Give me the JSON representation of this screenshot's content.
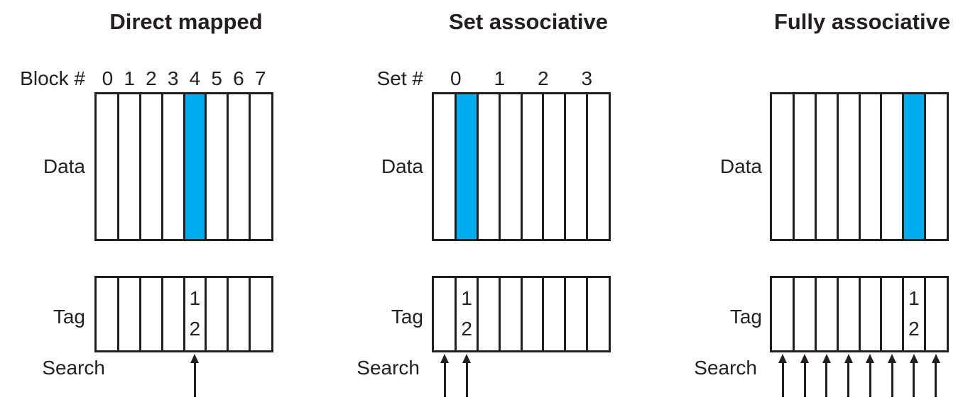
{
  "diagram": {
    "background_color": "#ffffff",
    "line_color": "#231f20",
    "text_color": "#231f20",
    "highlight_color": "#00aeef",
    "row_labels": {
      "data": "Data",
      "tag": "Tag",
      "search": "Search"
    },
    "panels": [
      {
        "id": "direct-mapped",
        "title": "Direct mapped",
        "index_label": "Block #",
        "index_numbers": [
          "0",
          "1",
          "2",
          "3",
          "4",
          "5",
          "6",
          "7"
        ],
        "index_group_size": 1,
        "num_columns": 8,
        "highlighted_data_column": 4,
        "tag_column": 4,
        "tag_digits": [
          "1",
          "2"
        ],
        "search_arrow_columns": [
          4
        ]
      },
      {
        "id": "set-associative",
        "title": "Set associative",
        "index_label": "Set #",
        "index_numbers": [
          "0",
          "1",
          "2",
          "3"
        ],
        "index_group_size": 2,
        "num_columns": 8,
        "highlighted_data_column": 1,
        "tag_column": 1,
        "tag_digits": [
          "1",
          "2"
        ],
        "search_arrow_columns": [
          0,
          1
        ]
      },
      {
        "id": "fully-associative",
        "title": "Fully associative",
        "index_label": "",
        "index_numbers": [],
        "index_group_size": 1,
        "num_columns": 8,
        "highlighted_data_column": 6,
        "tag_column": 6,
        "tag_digits": [
          "1",
          "2"
        ],
        "search_arrow_columns": [
          0,
          1,
          2,
          3,
          4,
          5,
          6,
          7
        ]
      }
    ]
  }
}
